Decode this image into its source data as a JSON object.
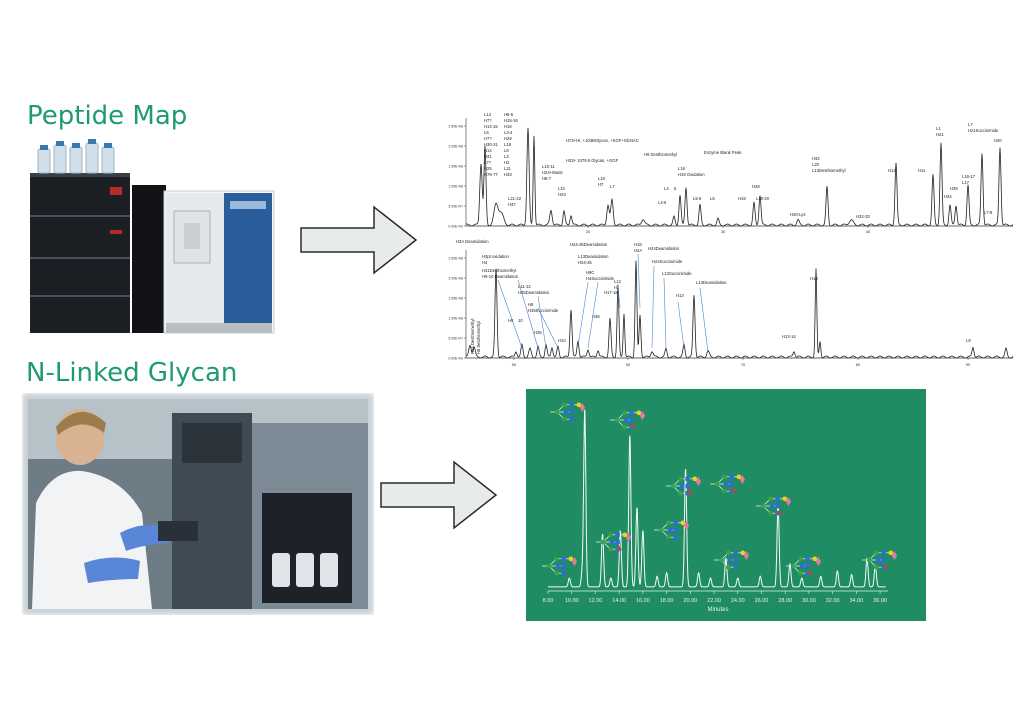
{
  "titles": {
    "peptide_map": "Peptide Map",
    "glycan": "N-Linked Glycan"
  },
  "peptide_chart": {
    "top_labels": [
      "L14",
      "H7?",
      "H14-15",
      "L6",
      "H7?",
      "H30-31",
      "H14",
      "H31",
      "L7?",
      "H25",
      "H76-77",
      "H5-6",
      "H15-16",
      "H16",
      "L3-4",
      "H29",
      "L18",
      "L8",
      "L3",
      "H2",
      "L21",
      "H33",
      "L21-22",
      "H37",
      "L10-11",
      "H23+Man5",
      "H6-7",
      "L1h",
      "H23",
      "H73+Hr, +103BGlycan, +SGF+GlcNAC",
      "H33+ 1079.6 Glycan, +GGF",
      "L10",
      "H7",
      "L7",
      "H9 Desthiomethyl",
      "L16",
      "H19 Oxidation",
      "Enzyme Blank Peak",
      "L4",
      "5",
      "L4-6",
      "L5-6",
      "L5",
      "H28",
      "H19",
      "L19-20",
      "H40-Lys",
      "H32",
      "L20",
      "L13Desthiomethyl",
      "H32-33",
      "H12",
      "H11",
      "L1",
      "H21",
      "H34",
      "H39",
      "L16-17",
      "L17",
      "L7",
      "H21Succinimide",
      "L7-8",
      "H20"
    ],
    "top_ticks": [
      "20",
      "30",
      "40"
    ],
    "bottom_labels": [
      "H3A Deamidation",
      "H3pt oxidation",
      "H4",
      "H31Desthiomethyl",
      "H9-10 Deamidation",
      "L11-12",
      "H35Deamidation",
      "H8",
      "H35Succinimide",
      "H9",
      "10",
      "H35",
      "H10",
      "H34 Desthiomethyl",
      "H8 Desthiomethyl",
      "H24-25Deamidation",
      "L13Deamidation",
      "H24-25",
      "H9C",
      "H4Succinimide",
      "H36",
      "H18",
      "H2A",
      "H24Deamidation",
      "H24Succinimide",
      "L13Succinimide",
      "L12",
      "H1",
      "H17-18",
      "H13",
      "L13Deamidation",
      "H13",
      "H13-14",
      "L9"
    ],
    "bottom_ticks": [
      "50",
      "60",
      "70",
      "80",
      "90"
    ],
    "y_ticks": [
      "2.50E+08",
      "2.00E+08",
      "1.50E+08",
      "1.00E+08",
      "5.00E+07",
      "0.00E+00"
    ]
  },
  "chart_data": {
    "type": "line",
    "title": "",
    "xlabel": "Minutes",
    "ylabel": "",
    "x_ticks": [
      "8.00",
      "10.00",
      "12.00",
      "14.00",
      "16.00",
      "18.00",
      "20.00",
      "22.00",
      "24.00",
      "26.00",
      "28.00",
      "30.00",
      "32.00",
      "34.00",
      "36.00"
    ],
    "xlim": [
      8,
      36.5
    ],
    "peaks": [
      {
        "x": 9.8,
        "y": 0.05
      },
      {
        "x": 10.9,
        "y": 0.09
      },
      {
        "x": 11.1,
        "y": 1.0
      },
      {
        "x": 12.6,
        "y": 0.3
      },
      {
        "x": 13.3,
        "y": 0.05
      },
      {
        "x": 14.1,
        "y": 0.32
      },
      {
        "x": 14.9,
        "y": 0.86
      },
      {
        "x": 15.5,
        "y": 0.45
      },
      {
        "x": 16.0,
        "y": 0.32
      },
      {
        "x": 17.2,
        "y": 0.06
      },
      {
        "x": 18.0,
        "y": 0.08
      },
      {
        "x": 19.6,
        "y": 0.67
      },
      {
        "x": 20.7,
        "y": 0.08
      },
      {
        "x": 21.7,
        "y": 0.05
      },
      {
        "x": 23.0,
        "y": 0.16
      },
      {
        "x": 24.0,
        "y": 0.05
      },
      {
        "x": 25.9,
        "y": 0.06
      },
      {
        "x": 27.4,
        "y": 0.46
      },
      {
        "x": 28.4,
        "y": 0.13
      },
      {
        "x": 29.4,
        "y": 0.05
      },
      {
        "x": 31.0,
        "y": 0.06
      },
      {
        "x": 32.4,
        "y": 0.09
      },
      {
        "x": 33.6,
        "y": 0.07
      },
      {
        "x": 34.9,
        "y": 0.16
      },
      {
        "x": 35.6,
        "y": 0.12
      }
    ]
  },
  "colors": {
    "title_green": "#1e9a74",
    "glycan_bg": "#1f8c63",
    "arrow_fill": "#e8ece8",
    "arrow_stroke": "#2a2a2a"
  }
}
